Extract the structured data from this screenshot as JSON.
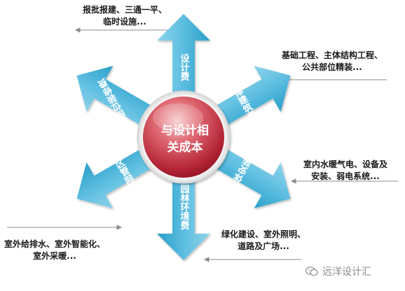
{
  "diagram": {
    "center": {
      "line1": "与设计相",
      "line2": "关成本"
    },
    "arrows": {
      "top": "设计费",
      "upper_right": "主体建筑费",
      "right": "主体安装费",
      "bottom": "园林环境费",
      "lower_left": "社区管网费",
      "upper_left": "公共部位装修费"
    },
    "descriptions": {
      "top": [
        "报批报建、三通一平、",
        "临时设施..."
      ],
      "upper_right": [
        "基础工程、主体结构工程、",
        "公共部位精装..."
      ],
      "right": [
        "室内水暖气电、设备及",
        "安装、弱电系统..."
      ],
      "bottom": [
        "绿化建设、室外照明、",
        "道路及广场..."
      ],
      "lower_left": [
        "室外给排水、室外智能化、",
        "室外采暖..."
      ]
    }
  },
  "watermark": {
    "text": "远洋设计汇",
    "icon": "wechat-icon"
  },
  "colors": {
    "arrow_light": "#8fd4ea",
    "arrow_dark": "#2a9fc8",
    "center_dark": "#a51c2c",
    "center_light": "#f3b4b9",
    "line": "#8c8c8c"
  }
}
